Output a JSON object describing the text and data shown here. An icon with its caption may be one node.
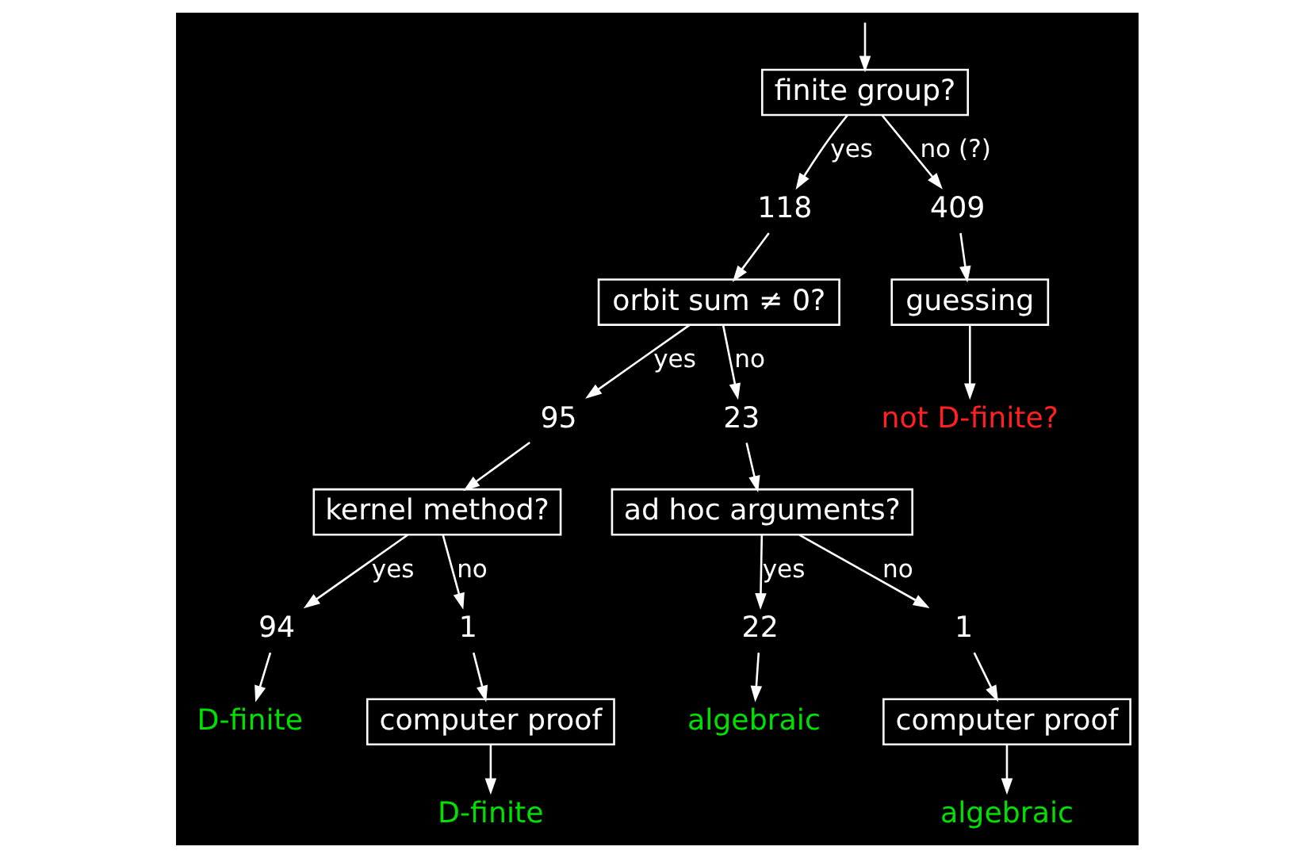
{
  "diagram": {
    "nodes": [
      {
        "text": [
          "finite group?"
        ]
      },
      {
        "text": [
          "118"
        ]
      },
      {
        "text": [
          "409"
        ]
      },
      {
        "text": [
          "orbit sum ≠ 0?"
        ]
      },
      {
        "text": [
          "guessing"
        ]
      },
      {
        "text": [
          "95"
        ]
      },
      {
        "text": [
          "23"
        ]
      },
      {
        "text": [
          "not D-finite?"
        ]
      },
      {
        "text": [
          "kernel method?"
        ]
      },
      {
        "text": [
          "ad hoc arguments?"
        ]
      },
      {
        "text": [
          "94"
        ]
      },
      {
        "text": [
          "1"
        ]
      },
      {
        "text": [
          "22"
        ]
      },
      {
        "text": [
          "1"
        ]
      },
      {
        "text": [
          "D-finite"
        ]
      },
      {
        "text": [
          "computer proof"
        ]
      },
      {
        "text": [
          "algebraic"
        ]
      },
      {
        "text": [
          "computer proof"
        ]
      },
      {
        "text": [
          "D-finite"
        ]
      },
      {
        "text": [
          "algebraic"
        ]
      }
    ],
    "edges": [
      {
        "from": null,
        "to": 0,
        "arrow": "to"
      },
      {
        "from": 0,
        "to": 1,
        "arrow": "to",
        "label": "yes"
      },
      {
        "from": 0,
        "to": 2,
        "arrow": "to",
        "label": "no (?)"
      },
      {
        "from": 1,
        "to": 3,
        "arrow": "to"
      },
      {
        "from": 2,
        "to": 4,
        "arrow": "to"
      },
      {
        "from": 3,
        "to": 5,
        "arrow": "to",
        "label": "yes"
      },
      {
        "from": 3,
        "to": 6,
        "arrow": "to",
        "label": "no"
      },
      {
        "from": 4,
        "to": 7,
        "arrow": "to"
      },
      {
        "from": 5,
        "to": 8,
        "arrow": "to"
      },
      {
        "from": 6,
        "to": 9,
        "arrow": "to"
      },
      {
        "from": 8,
        "to": 10,
        "arrow": "to",
        "label": "yes"
      },
      {
        "from": 8,
        "to": 11,
        "arrow": "to",
        "label": "no"
      },
      {
        "from": 9,
        "to": 12,
        "arrow": "to",
        "label": "yes"
      },
      {
        "from": 9,
        "to": 13,
        "arrow": "to",
        "label": "no"
      },
      {
        "from": 10,
        "to": 14,
        "arrow": "to"
      },
      {
        "from": 11,
        "to": 15,
        "arrow": "to"
      },
      {
        "from": 12,
        "to": 16,
        "arrow": "to"
      },
      {
        "from": 13,
        "to": 17,
        "arrow": "to"
      },
      {
        "from": 15,
        "to": 18,
        "arrow": "to"
      },
      {
        "from": 17,
        "to": 19,
        "arrow": "to"
      }
    ]
  }
}
